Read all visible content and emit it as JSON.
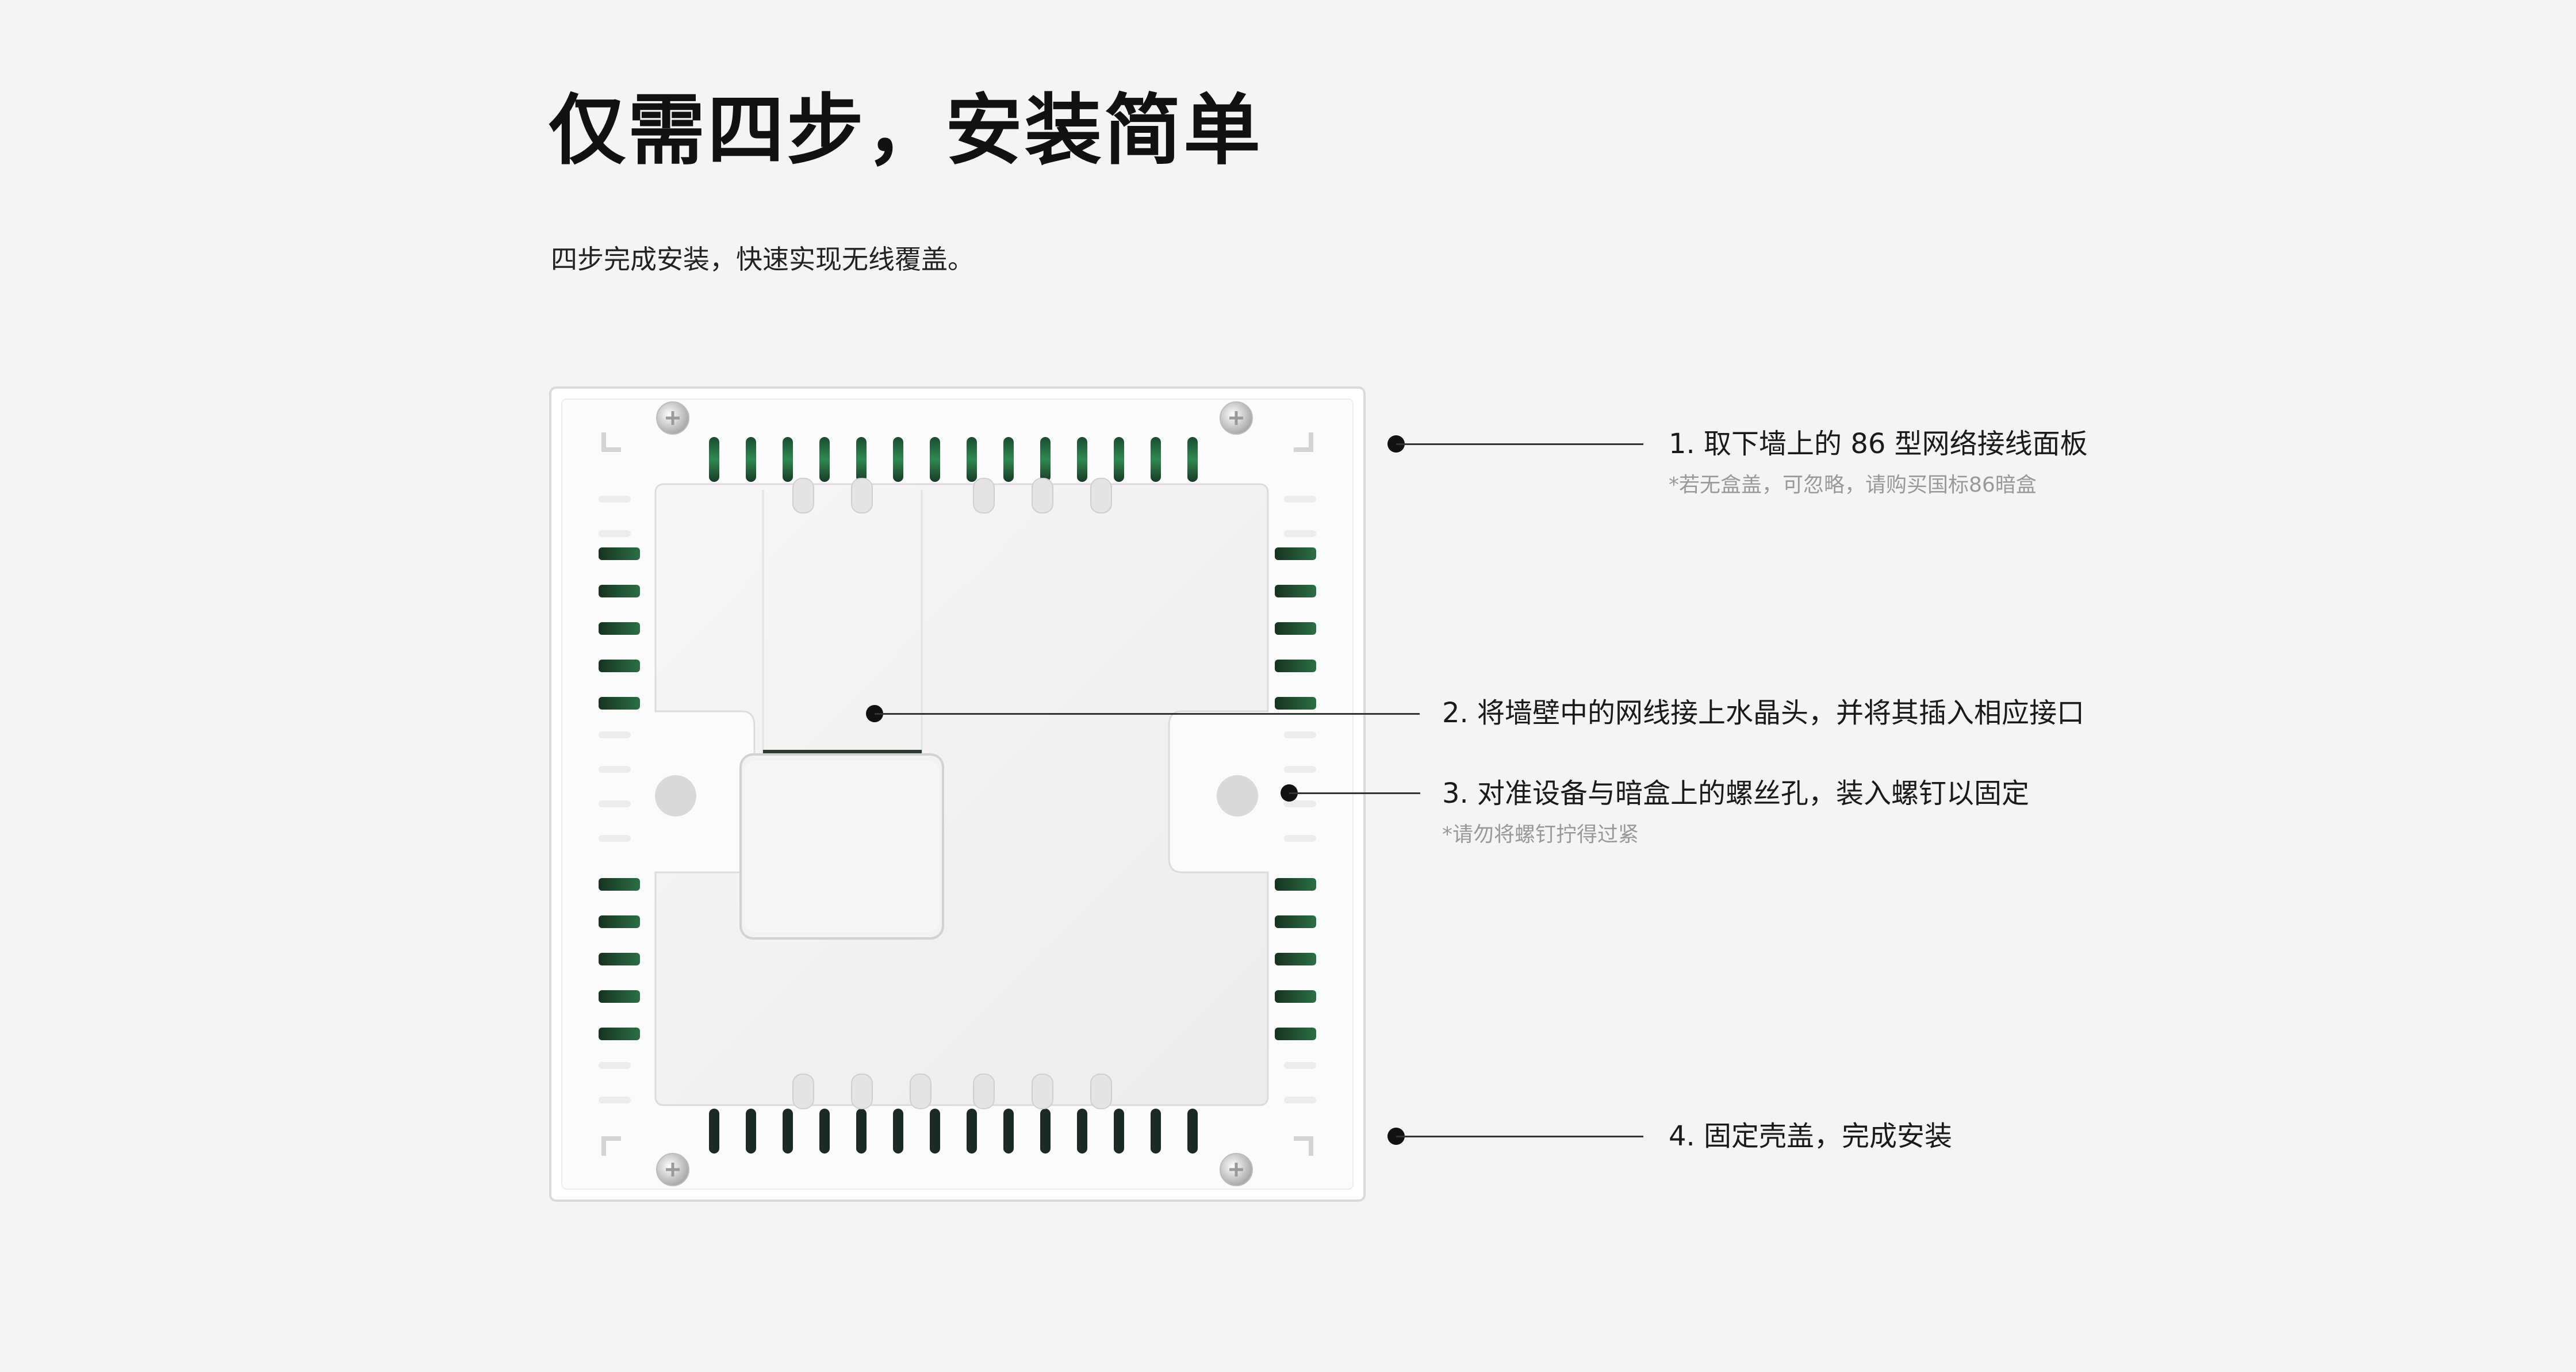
{
  "header": {
    "title": "仅需四步，安装简单",
    "subtitle": "四步完成安装，快速实现无线覆盖。"
  },
  "steps": [
    {
      "label": "1. 取下墙上的 86 型网络接线面板",
      "note": "*若无盒盖，可忽略，请购买国标86暗盒"
    },
    {
      "label": "2. 将墙壁中的网线接上水晶头，并将其插入相应接口",
      "note": ""
    },
    {
      "label": "3. 对准设备与暗盒上的螺丝孔，装入螺钉以固定",
      "note": "*请勿将螺钉拧得过紧"
    },
    {
      "label": "4. 固定壳盖，完成安装",
      "note": ""
    }
  ],
  "colors": {
    "background": "#f4f4f4",
    "panel": "#ffffff",
    "pcb_green": "#2e8a4f",
    "text_dark": "#1a1a1a",
    "text_note": "#999999"
  }
}
